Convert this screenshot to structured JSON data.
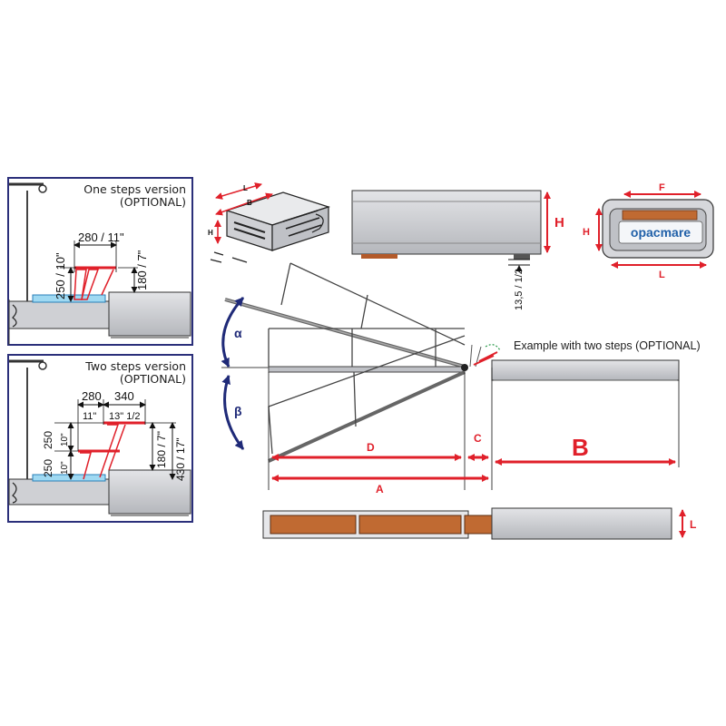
{
  "panel_one": {
    "title_line1": "One steps version",
    "title_line2": "(OPTIONAL)",
    "dim_width": "280 / 11\"",
    "dim_height_left": "250 / 10\"",
    "dim_height_right": "180 / 7\""
  },
  "panel_two": {
    "title_line1": "Two steps version",
    "title_line2": "(OPTIONAL)",
    "dim_w1": "280",
    "dim_w2": "340",
    "dim_w1_in": "11\"",
    "dim_w2_in": "13\" 1/2",
    "dim_h_upper": "250",
    "dim_h_upper_in": "10\"",
    "dim_h_lower": "250",
    "dim_h_lower_in": "10\"",
    "dim_h_mid": "180 / 7\"",
    "dim_h_total": "430 / 17\""
  },
  "box_iso": {
    "label_l": "L",
    "label_b": "B",
    "label_h": "H"
  },
  "side_view": {
    "label_h": "H",
    "clearance": "13,5 / 1/2"
  },
  "end_view": {
    "label_f": "F",
    "label_h": "H",
    "label_l": "L",
    "brand": "opacmare"
  },
  "main_view": {
    "alpha": "α",
    "beta": "β",
    "label_d": "D",
    "label_c": "C",
    "label_a": "A",
    "label_b": "B",
    "example_note": "Example with two steps (OPTIONAL)"
  },
  "plan_view": {
    "label_l": "L"
  },
  "colors": {
    "frame": "#2b2f7a",
    "dimension": "#e0202a",
    "arc": "#1f2a78",
    "box": "#c9cbd0",
    "teak": "#c06a32"
  }
}
